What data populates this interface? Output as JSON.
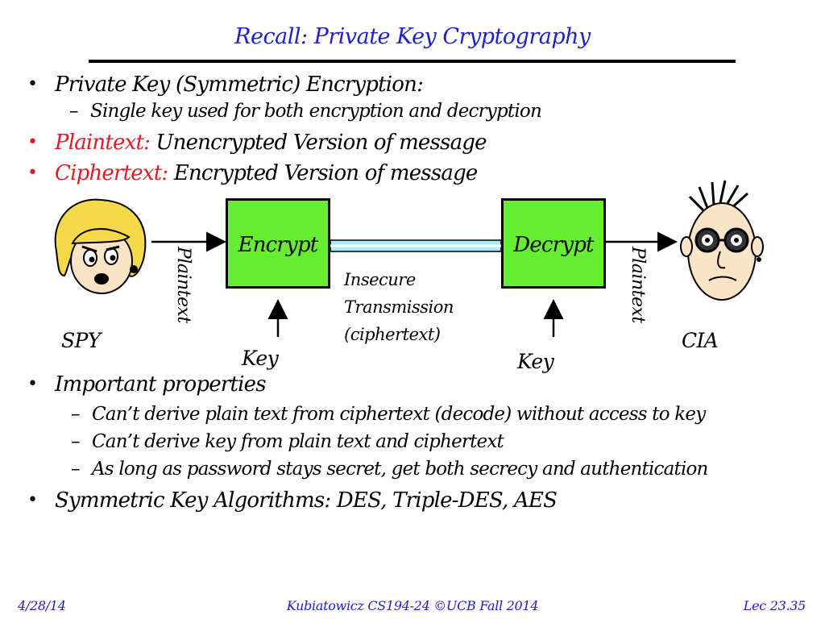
{
  "title": "Recall: Private Key Cryptography",
  "bullets_top": [
    {
      "text": "Private Key (Symmetric) Encryption:"
    },
    {
      "sub": "Single key used for both encryption and decryption"
    },
    {
      "term": "Plaintext:",
      "text": " Unencrypted Version of message"
    },
    {
      "term": "Ciphertext:",
      "text": " Encrypted Version of message"
    }
  ],
  "diagram": {
    "encrypt_label": "Encrypt",
    "decrypt_label": "Decrypt",
    "plaintext_left": "Plaintext",
    "plaintext_right": "Plaintext",
    "insecure_lines": [
      "Insecure",
      "Transmission",
      "(ciphertext)"
    ],
    "key_left": "Key",
    "key_right": "Key",
    "spy_label": "SPY",
    "cia_label": "CIA",
    "box_color": "#66ee33",
    "channel_color": "#a8ecf8"
  },
  "bullets_bottom": {
    "important": "Important properties",
    "subs": [
      "Can’t derive plain text from ciphertext (decode) without access to key",
      "Can’t derive key from plain text and ciphertext",
      "As long as password stays secret, get both secrecy and authentication"
    ],
    "algorithms": "Symmetric Key Algorithms: DES, Triple-DES, AES"
  },
  "footer": {
    "date": "4/28/14",
    "course": "Kubiatowicz CS194-24 ©UCB Fall 2014",
    "lecture": "Lec 23.35"
  },
  "colors": {
    "title": "#2020c8",
    "term": "#e01b24",
    "bullet_red": "#e01b24"
  }
}
